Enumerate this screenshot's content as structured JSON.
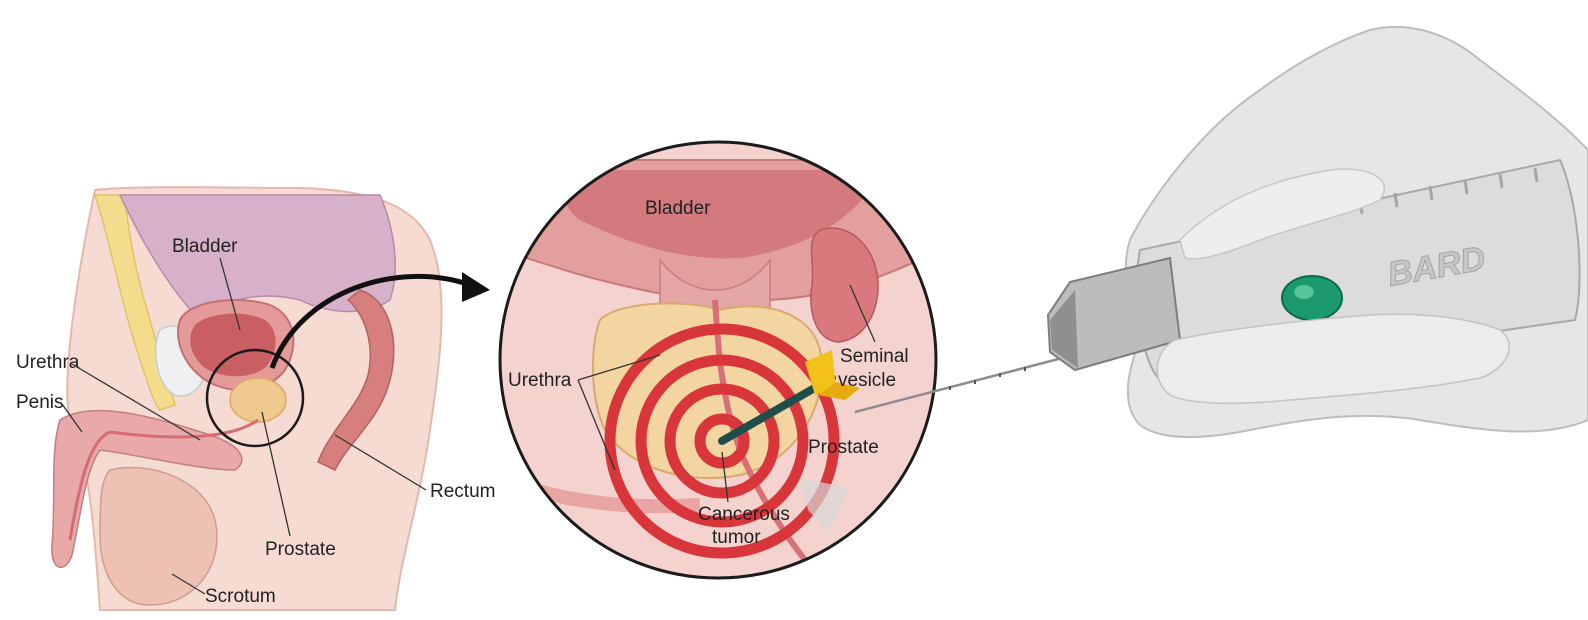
{
  "anatomy_labels": {
    "bladder": "Bladder",
    "urethra": "Urethra",
    "penis": "Penis",
    "rectum": "Rectum",
    "prostate": "Prostate",
    "scrotum": "Scrotum"
  },
  "magnified_labels": {
    "bladder": "Bladder",
    "urethra": "Urethra",
    "seminal_line1": "Seminal",
    "seminal_line2": "vesicle",
    "prostate": "Prostate",
    "tumor_line1": "Cancerous",
    "tumor_line2": "tumor"
  },
  "device": {
    "brand": "BARD"
  },
  "colors": {
    "target_ring": "#d8363a",
    "arrow_shaft": "#1f4e4a",
    "arrow_fletching": "#f2c21b",
    "tissue_pink": "#f2c9c4",
    "bladder_pink": "#e9a7a6",
    "prostate_tan": "#f3d7a6",
    "glove_gray": "#e4e4e4",
    "device_button": "#1b9a6e"
  }
}
